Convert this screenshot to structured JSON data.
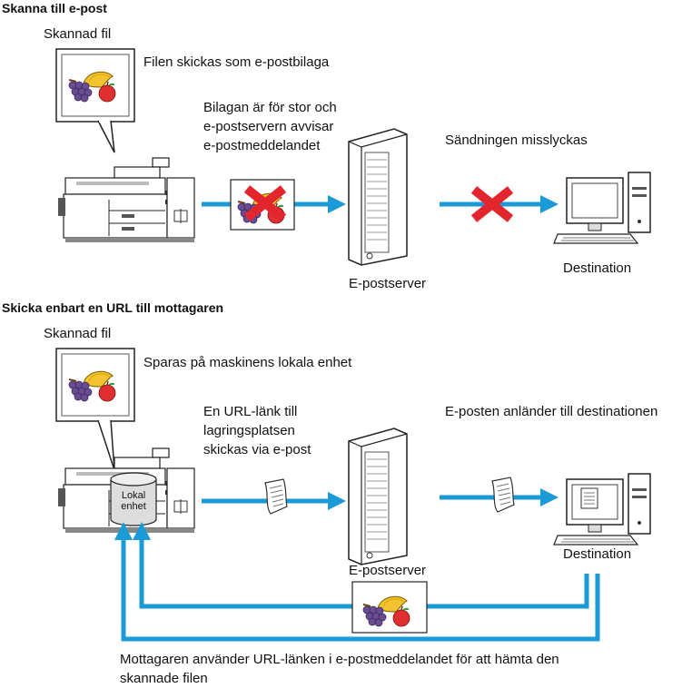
{
  "colors": {
    "arrow": "#1a9ad6",
    "cross": "#e3252d"
  },
  "section1": {
    "title": "Skanna till e-post",
    "scanned_file_label": "Skannad fil",
    "callout": "Filen skickas som e-postbilaga",
    "step_text": "Bilagan är för stor och\ne-postservern avvisar\ne-postmeddelandet",
    "failure_text": "Sändningen misslyckas",
    "server_label": "E-postserver",
    "destination_label": "Destination"
  },
  "section2": {
    "title": "Skicka enbart en URL till mottagaren",
    "scanned_file_label": "Skannad fil",
    "callout": "Sparas på maskinens lokala enhet",
    "local_drive_label": "Lokal\nenhet",
    "step_text": "En URL-länk till\nlagringsplatsen\nskickas via e-post",
    "arrival_text": "E-posten anländer till destinationen",
    "server_label": "E-postserver",
    "destination_label": "Destination",
    "footer": "Mottagaren använder URL-länken i e-postmeddelandet för att hämta den\nskannade filen"
  }
}
